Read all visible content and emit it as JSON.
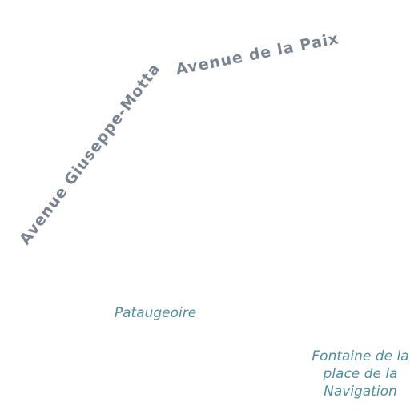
{
  "colors": {
    "background": "#ffffff",
    "street_label": "#7a8390",
    "poi_label": "#4f8f9e"
  },
  "streets": {
    "paix": "Avenue de la Paix",
    "motta": "Avenue Giuseppe-Motta"
  },
  "pois": {
    "pataugeoire": "Pataugeoire",
    "fontaine": {
      "line1": "Fontaine de la",
      "line2": "place de la",
      "line3": "Navigation"
    }
  }
}
